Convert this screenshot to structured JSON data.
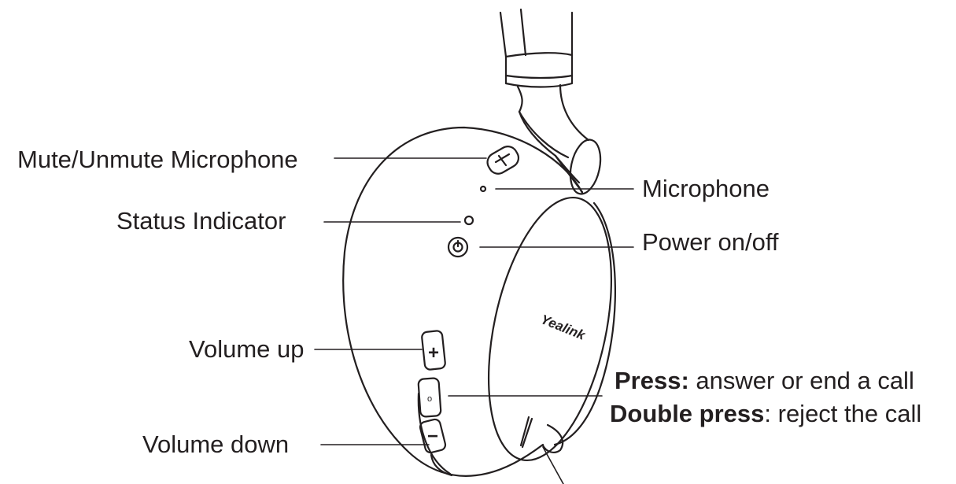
{
  "labels": {
    "mute": "Mute/Unmute Microphone",
    "microphone": "Microphone",
    "status": "Status Indicator",
    "power": "Power on/off",
    "volume_up": "Volume up",
    "volume_down": "Volume down",
    "press_bold": "Press:",
    "press_text": " answer or end a call",
    "double_bold": "Double press",
    "double_text": ": reject the call"
  },
  "device": {
    "brand": "Yealink",
    "center_button_glyph": "o",
    "volume_up_glyph": "+",
    "volume_down_glyph": "−"
  },
  "colors": {
    "line": "#231f20",
    "background": "#ffffff"
  }
}
